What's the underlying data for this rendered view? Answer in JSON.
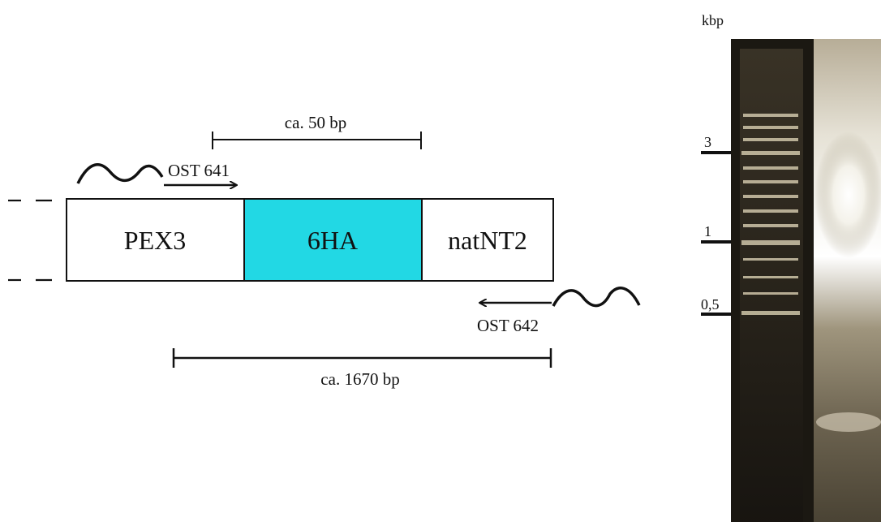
{
  "construct": {
    "segments": [
      {
        "label": "PEX3",
        "fill": "#ffffff"
      },
      {
        "label": "6HA",
        "fill": "#22d8e4"
      },
      {
        "label": "natNT2",
        "fill": "#ffffff"
      }
    ]
  },
  "primers": {
    "forward": {
      "label": "OST 641"
    },
    "reverse": {
      "label": "OST 642"
    }
  },
  "measurements": {
    "short": {
      "label": "ca. 50 bp"
    },
    "long": {
      "label": "ca. 1670 bp"
    }
  },
  "gel": {
    "unit_label": "kbp",
    "markers": [
      {
        "label": "3",
        "kbp": 3
      },
      {
        "label": "1",
        "kbp": 1
      },
      {
        "label": "0,5",
        "kbp": 0.5
      }
    ]
  }
}
